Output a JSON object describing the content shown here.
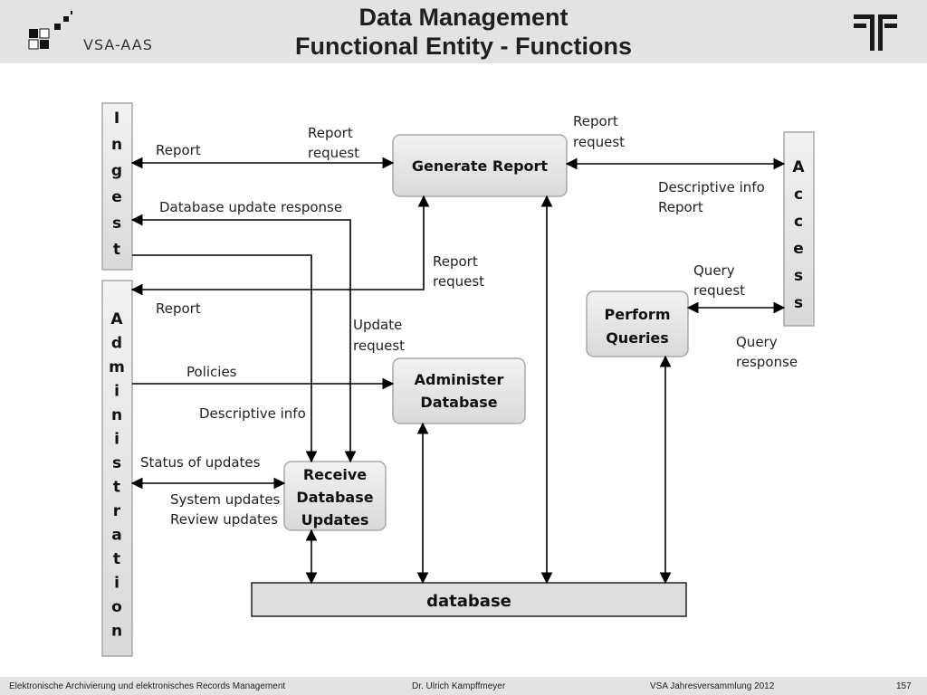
{
  "header": {
    "title_line1": "Data Management",
    "title_line2": "Functional Entity - Functions",
    "logo_text": "VSA-AAS",
    "logo_left_icon": "checker-squares-icon",
    "logo_right_icon": "fe-monogram-icon"
  },
  "colors": {
    "header_bg": "#e3e3e3",
    "box_fill": "#e6e6e6",
    "line": "#000000"
  },
  "diagram": {
    "entities": {
      "ingest": [
        "I",
        "n",
        "g",
        "e",
        "s",
        "t"
      ],
      "administration": [
        "A",
        "d",
        "m",
        "i",
        "n",
        "i",
        "s",
        "t",
        "r",
        "a",
        "t",
        "i",
        "o",
        "n"
      ],
      "access": [
        "A",
        "c",
        "c",
        "e",
        "s",
        "s"
      ]
    },
    "boxes": {
      "generate_report": "Generate Report",
      "perform_queries": [
        "Perform",
        "Queries"
      ],
      "administer_database": [
        "Administer",
        "Database"
      ],
      "receive_updates": [
        "Receive",
        "Database",
        "Updates"
      ],
      "database": "database"
    },
    "labels": {
      "report_to_ingest": "Report",
      "report_request_top": [
        "Report",
        "request"
      ],
      "report_request_access": [
        "Report",
        "request"
      ],
      "descriptive_report": [
        "Descriptive info",
        "Report"
      ],
      "db_update_response": "Database update response",
      "report_request_mid": [
        "Report",
        "request"
      ],
      "report_to_admin": "Report",
      "query_request": [
        "Query",
        "request"
      ],
      "update_request": [
        "Update",
        "request"
      ],
      "query_response": [
        "Query",
        "response"
      ],
      "policies": "Policies",
      "descriptive_info": "Descriptive info",
      "status_updates": "Status of updates",
      "system_updates": "System updates",
      "review_updates": "Review updates"
    }
  },
  "footer": {
    "left": "Elektronische Archivierung und elektronisches Records Management",
    "center": "Dr. Ulrich Kampffmeyer",
    "right": "VSA Jahresversammlung 2012",
    "page": "157"
  }
}
